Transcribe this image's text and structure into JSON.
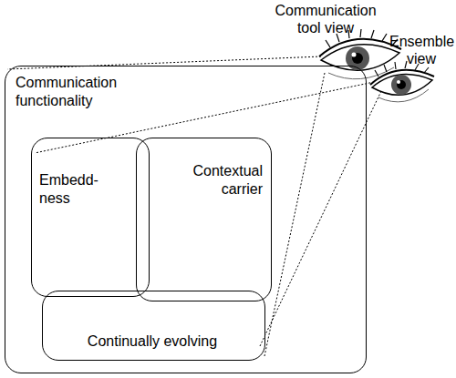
{
  "diagram": {
    "nodes": [
      {
        "text": [
          "Communication functionality"
        ]
      },
      {
        "text": [
          "Embedd- ness"
        ],
        "in": 0
      },
      {
        "text": [
          "Contextual carrier"
        ],
        "in": 0
      },
      {
        "text": [
          "Continually evolving"
        ],
        "in": 0
      }
    ],
    "labels": [
      "Communication tool view",
      "Ensemble view"
    ]
  }
}
